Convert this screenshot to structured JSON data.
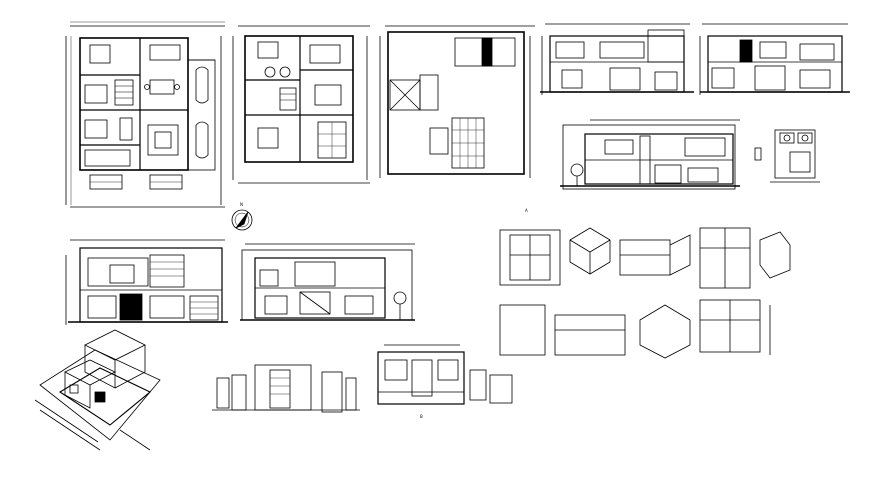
{
  "drawing": {
    "ink_color": "#000000",
    "paper_color": "#ffffff",
    "icons": [
      "north-arrow-icon",
      "tree-icon",
      "car-icon",
      "bathroom-fixture-icon"
    ],
    "labels": {
      "section_letter": "A",
      "detail_letter": "B",
      "north_mark": "N"
    }
  }
}
